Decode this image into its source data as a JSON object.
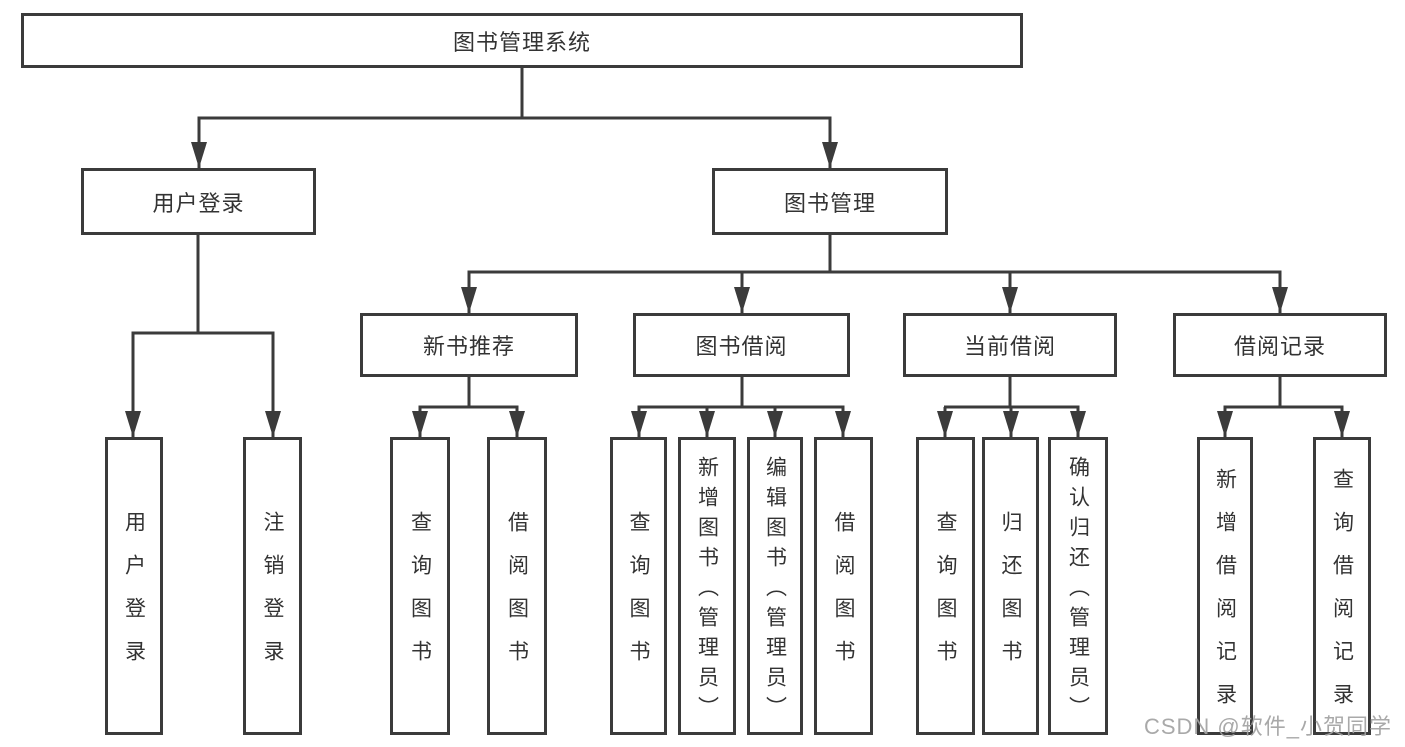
{
  "nodes": {
    "root": "图书管理系统",
    "user_login": "用户登录",
    "book_management": "图书管理",
    "new_book_recommend": "新书推荐",
    "book_borrowing": "图书借阅",
    "current_borrowing": "当前借阅",
    "borrowing_records": "借阅记录",
    "login": "用户登录",
    "logout": "注销登录",
    "recommend_query_book": "查询图书",
    "recommend_borrow_book": "借阅图书",
    "borrowing_query_book": "查询图书",
    "borrowing_add_book": "新增图书（管理员）",
    "borrowing_edit_book": "编辑图书（管理员）",
    "borrowing_borrow_book": "借阅图书",
    "current_query_book": "查询图书",
    "current_return_book": "归还图书",
    "current_confirm_return": "确认归还（管理员）",
    "records_add_record": "新增借阅记录",
    "records_query_record": "查询借阅记录"
  },
  "watermark": "CSDN @软件_小贺同学",
  "colors": {
    "line": "#3b3b3b",
    "box_border": "#3b3b3b",
    "box_background": "#ffffff",
    "text": "#333333",
    "watermark": "#a2a2a2",
    "page_background": "#ffffff"
  }
}
